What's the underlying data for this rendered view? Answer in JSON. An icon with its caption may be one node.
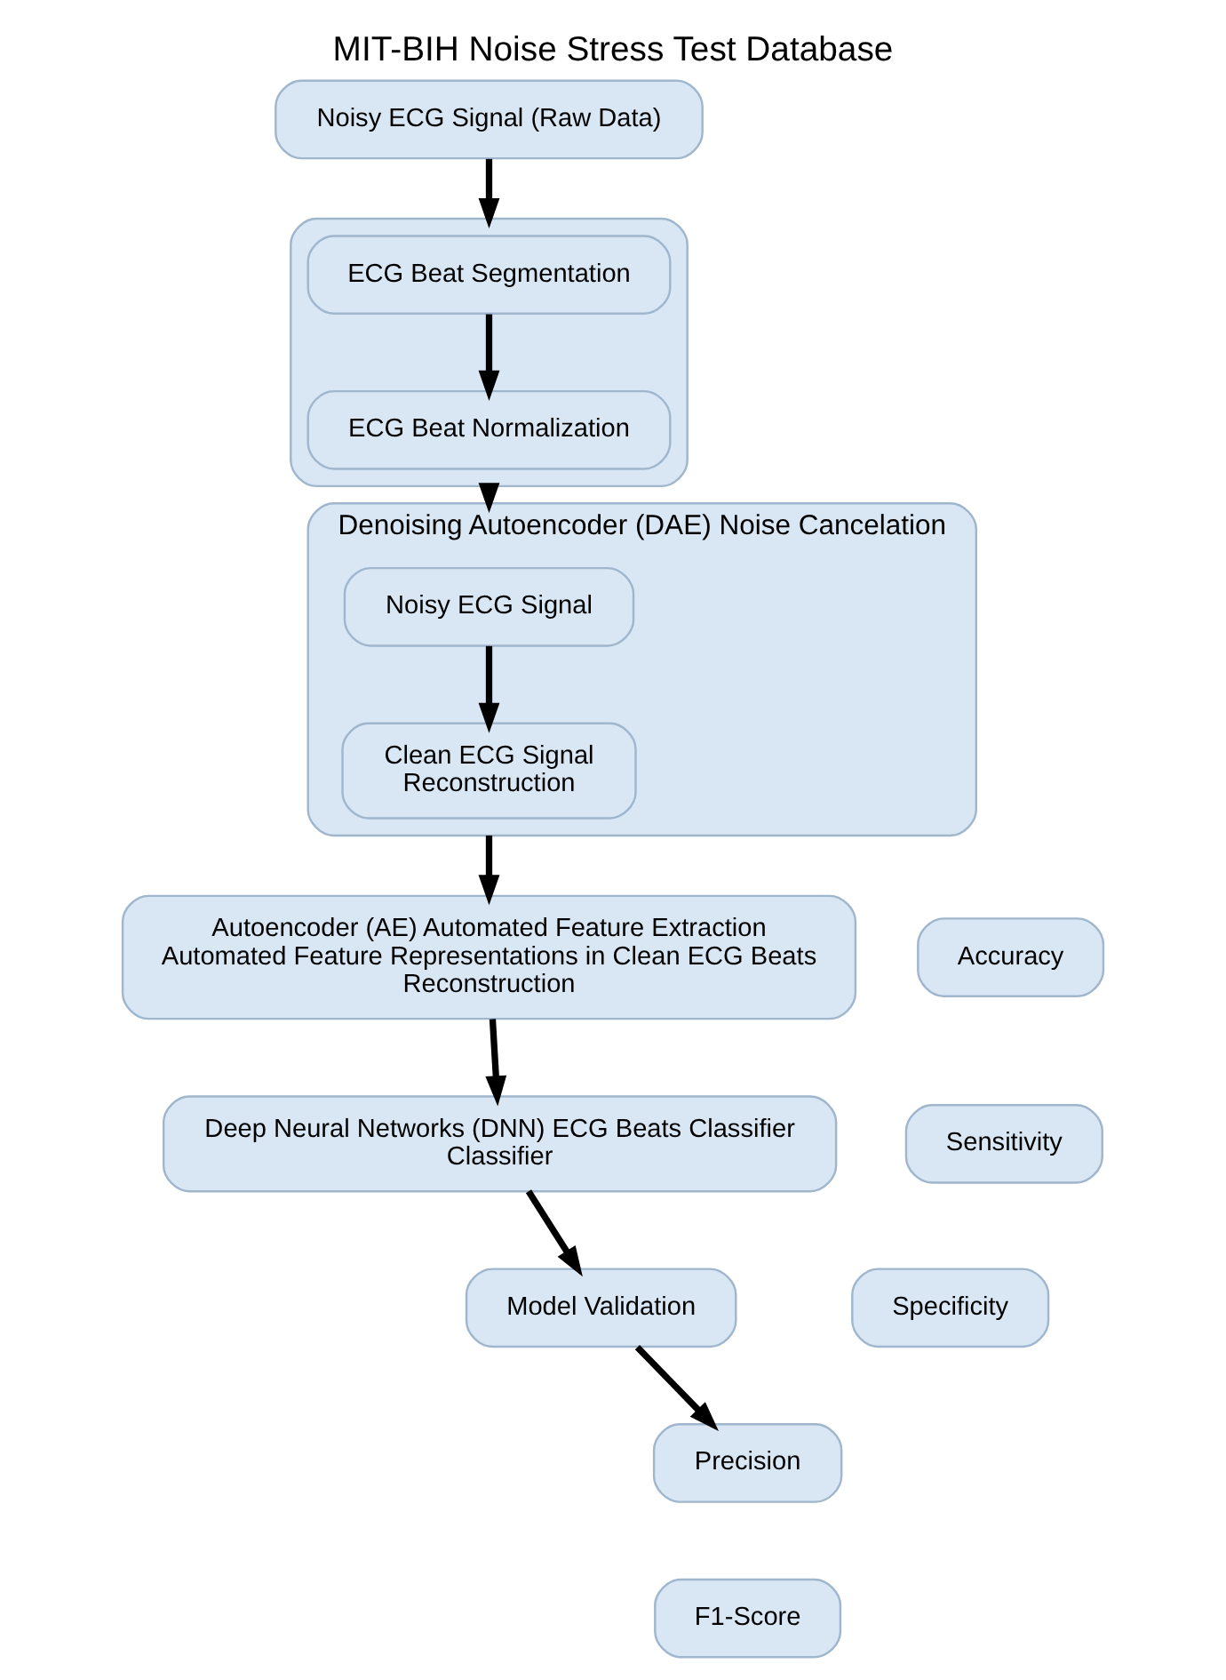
{
  "diagram": {
    "title": "MIT-BIH Noise Stress Test Database",
    "nodes": [
      {
        "text": [
          "Noisy ECG Signal (Raw Data)"
        ]
      },
      {
        "text": [],
        "shape": "box"
      },
      {
        "text": [
          "ECG Beat Segmentation"
        ],
        "in": 1
      },
      {
        "text": [
          "ECG Beat Normalization"
        ],
        "in": 1
      },
      {
        "text": [
          "Denoising Autoencoder (DAE) Noise Cancelation"
        ]
      },
      {
        "text": [
          "Noisy ECG Signal"
        ],
        "in": 4
      },
      {
        "text": [
          "Clean ECG Signal",
          "Reconstruction"
        ],
        "in": 4
      },
      {
        "text": [
          "Autoencoder (AE) Automated Feature Extraction",
          "Automated Feature Representations in Clean ECG Beats",
          "Reconstruction"
        ]
      },
      {
        "text": [
          "Deep Neural Networks (DNN) ECG Beats Classifier",
          "Classifier"
        ]
      },
      {
        "text": [
          "Model Validation"
        ]
      },
      {
        "text": [
          "Accuracy"
        ]
      },
      {
        "text": [
          "Sensitivity"
        ]
      },
      {
        "text": [
          "Specificity"
        ]
      },
      {
        "text": [
          "Precision"
        ]
      },
      {
        "text": [
          "F1-Score"
        ]
      }
    ],
    "edges": [
      {
        "from": 0,
        "to": 1,
        "arrow": "to"
      },
      {
        "from": 2,
        "to": 3,
        "arrow": "to"
      },
      {
        "from": 1,
        "to": 4,
        "arrow": "to"
      },
      {
        "from": 5,
        "to": 6,
        "arrow": "to"
      },
      {
        "from": 4,
        "to": 7,
        "arrow": "to"
      },
      {
        "from": 7,
        "to": 8,
        "arrow": "to"
      },
      {
        "from": 8,
        "to": 9,
        "arrow": "to"
      },
      {
        "from": 9,
        "to": 13,
        "arrow": "to"
      }
    ]
  }
}
